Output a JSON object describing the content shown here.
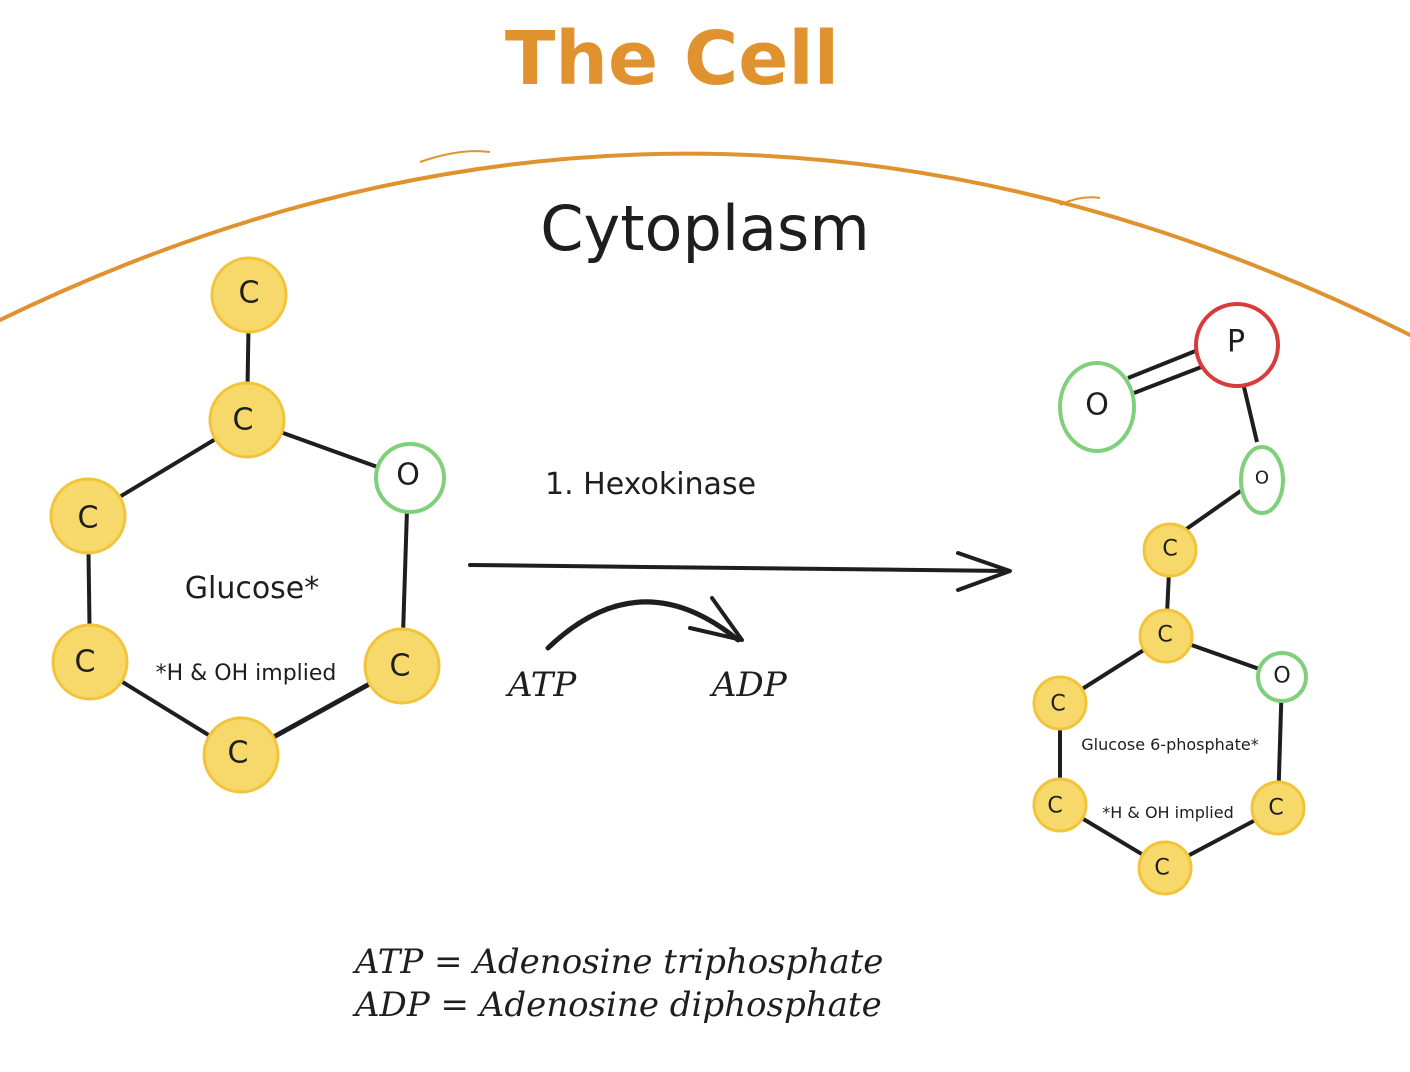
{
  "title": "The Cell",
  "region_label": "Cytoplasm",
  "colors": {
    "membrane": "#e0922f",
    "carbon_fill": "#f7d96b",
    "carbon_stroke": "#f2c43a",
    "oxygen_stroke": "#7fd07a",
    "phosphorus_stroke": "#d93a3a",
    "ink": "#1e1e1e"
  },
  "reaction": {
    "enzyme_label": "1. Hexokinase",
    "cofactor_in": "ATP",
    "cofactor_out": "ADP"
  },
  "reactant": {
    "name": "Glucose*",
    "note": "*H & OH implied",
    "atoms": [
      "C",
      "C",
      "O",
      "C",
      "C",
      "C",
      "C"
    ]
  },
  "product": {
    "name": "Glucose 6-phosphate*",
    "note": "*H & OH implied",
    "atoms": [
      "O",
      "P",
      "O",
      "C",
      "C",
      "O",
      "C",
      "C",
      "C",
      "C"
    ]
  },
  "legend": [
    "ATP = Adenosine triphosphate",
    "ADP = Adenosine diphosphate"
  ]
}
